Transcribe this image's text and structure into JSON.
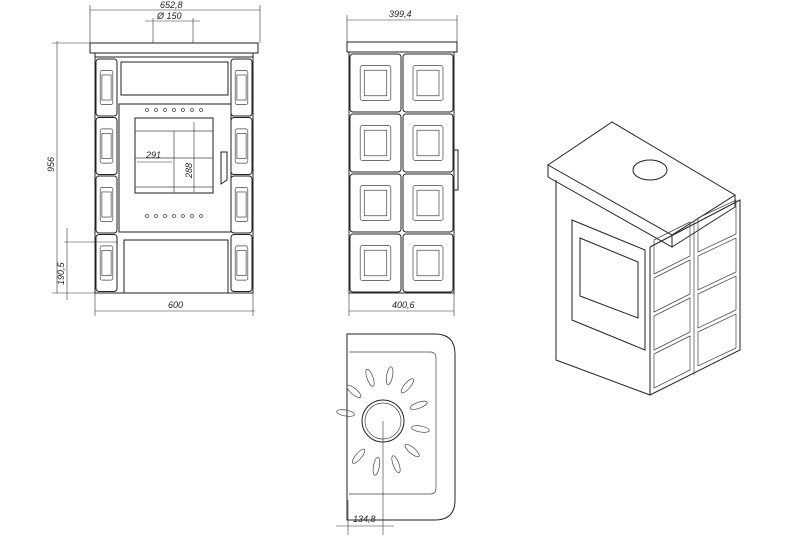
{
  "front_view": {
    "width_total": "652,8",
    "flue_diameter": "Ø 150",
    "height_total": "956",
    "base_height": "190,5",
    "width_body": "600",
    "glass_width": "291",
    "glass_height": "288"
  },
  "side_view": {
    "depth_top": "399,4",
    "depth_body": "400,6"
  },
  "top_view": {
    "flue_offset": "134,8"
  }
}
